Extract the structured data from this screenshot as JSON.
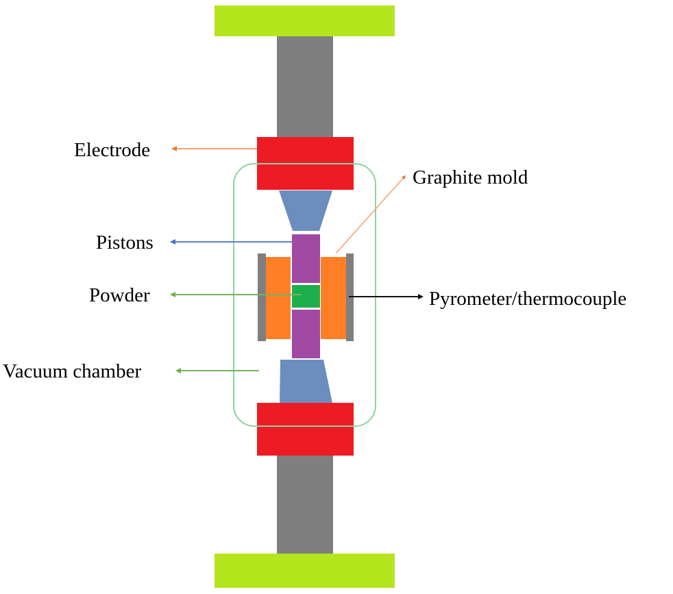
{
  "diagram": {
    "title": "Spark plasma sintering setup",
    "colors": {
      "plate": "#B5E51D",
      "rod": "#7F7F7F",
      "electrode": "#ED1C24",
      "trapezoid": "#6B8EBF",
      "piston": "#A04AA3",
      "powder": "#1DAF4C",
      "mold": "#FF7F27",
      "sensor_plate": "#7F7F7F",
      "chamber_outline": "#8ED2A0",
      "arrow_electrode": "#F4A172",
      "arrow_mold": "#F4A172",
      "arrow_pistons": "#5B83C9",
      "arrow_powder": "#77B25E",
      "arrow_vacuum": "#77B25E",
      "arrow_pyrometer": "#111111"
    },
    "labels": {
      "electrode": "Electrode",
      "graphite_mold": "Graphite mold",
      "pistons": "Pistons",
      "powder": "Powder",
      "vacuum_chamber": "Vacuum chamber",
      "pyrometer": "Pyrometer/thermocouple"
    }
  }
}
